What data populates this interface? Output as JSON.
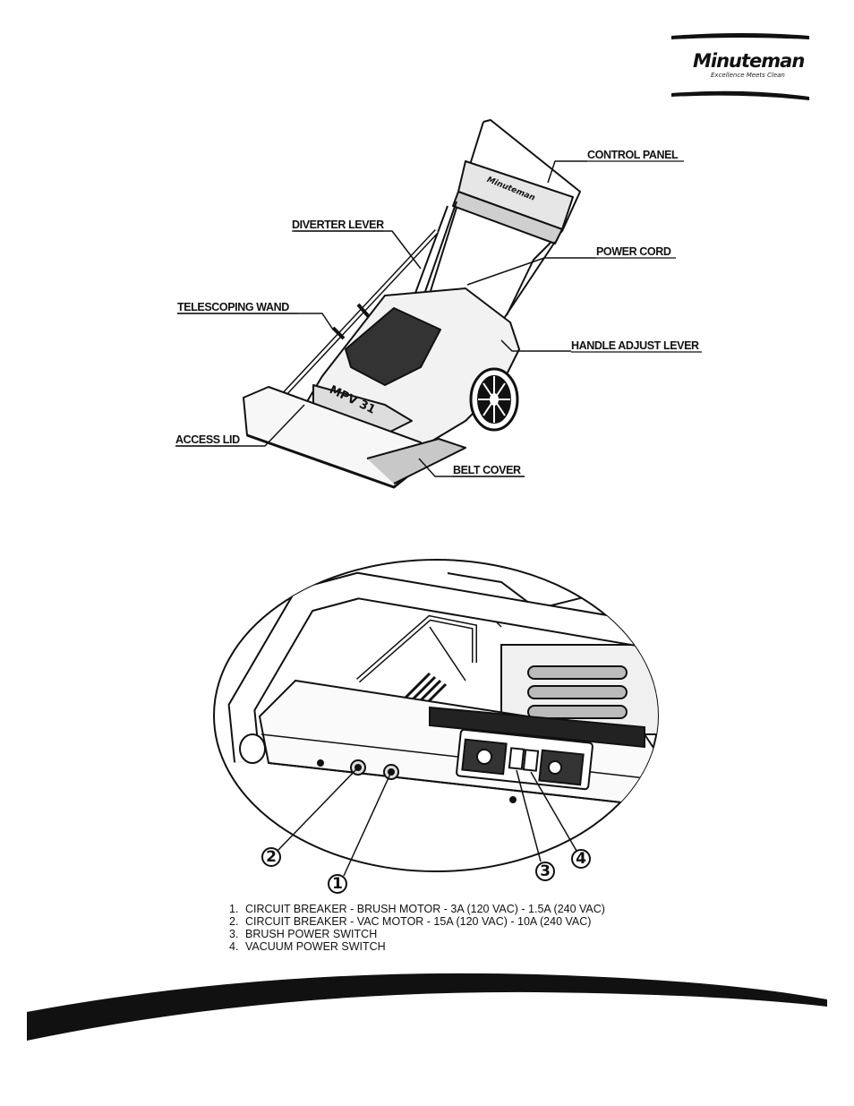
{
  "logo": {
    "brand": "Minuteman",
    "tagline": "Excellence Meets Clean"
  },
  "diagram1": {
    "labels": {
      "control_panel": "CONTROL PANEL",
      "diverter_lever": "DIVERTER LEVER",
      "power_cord": "POWER CORD",
      "telescoping_wand": "TELESCOPING WAND",
      "handle_adjust_lever": "HANDLE ADJUST LEVER",
      "access_lid": "ACCESS LID",
      "belt_cover": "BELT COVER"
    },
    "model_text": "MPV 31",
    "panel_brand": "Minuteman"
  },
  "diagram2": {
    "callouts": [
      "1",
      "2",
      "3",
      "4"
    ]
  },
  "legend": [
    {
      "n": "1.",
      "text": "CIRCUIT BREAKER - BRUSH MOTOR - 3A (120 VAC) - 1.5A (240 VAC)"
    },
    {
      "n": "2.",
      "text": "CIRCUIT BREAKER - VAC MOTOR - 15A (120 VAC) - 10A (240 VAC)"
    },
    {
      "n": "3.",
      "text": "BRUSH POWER SWITCH"
    },
    {
      "n": "4.",
      "text": "VACUUM POWER SWITCH"
    }
  ]
}
